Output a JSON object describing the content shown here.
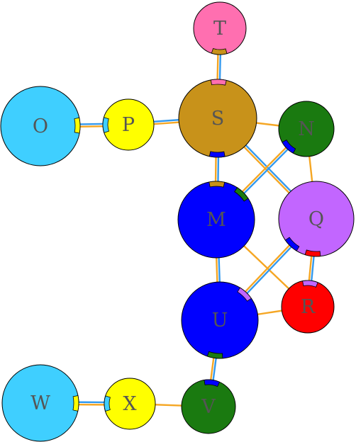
{
  "colors": {
    "orange": "#f5a623",
    "blue": "#3399ee",
    "stroke": "#000000"
  },
  "nodes": [
    {
      "id": "T",
      "label": "T",
      "color": "#ff6fb0"
    },
    {
      "id": "S",
      "label": "S",
      "color": "#c8921a"
    },
    {
      "id": "P",
      "label": "P",
      "color": "#ffff00"
    },
    {
      "id": "O",
      "label": "O",
      "color": "#3fcfff"
    },
    {
      "id": "N",
      "label": "N",
      "color": "#1a7a10"
    },
    {
      "id": "M",
      "label": "M",
      "color": "#0000ff"
    },
    {
      "id": "Q",
      "label": "Q",
      "color": "#c266ff"
    },
    {
      "id": "U",
      "label": "U",
      "color": "#0000ff"
    },
    {
      "id": "R",
      "label": "R",
      "color": "#ff0000"
    },
    {
      "id": "W",
      "label": "W",
      "color": "#3fcfff"
    },
    {
      "id": "X",
      "label": "X",
      "color": "#ffff00"
    },
    {
      "id": "V",
      "label": "V",
      "color": "#1a7a10"
    }
  ],
  "edges": [
    {
      "from": "T",
      "to": "S",
      "style": "double"
    },
    {
      "from": "O",
      "to": "P",
      "style": "double"
    },
    {
      "from": "P",
      "to": "S",
      "style": "double"
    },
    {
      "from": "S",
      "to": "N",
      "style": "orange"
    },
    {
      "from": "S",
      "to": "M",
      "style": "double"
    },
    {
      "from": "S",
      "to": "Q",
      "style": "double"
    },
    {
      "from": "N",
      "to": "M",
      "style": "double"
    },
    {
      "from": "N",
      "to": "Q",
      "style": "orange"
    },
    {
      "from": "M",
      "to": "U",
      "style": "double"
    },
    {
      "from": "M",
      "to": "R",
      "style": "orange"
    },
    {
      "from": "Q",
      "to": "U",
      "style": "double"
    },
    {
      "from": "Q",
      "to": "R",
      "style": "double"
    },
    {
      "from": "U",
      "to": "R",
      "style": "orange"
    },
    {
      "from": "U",
      "to": "V",
      "style": "double"
    },
    {
      "from": "W",
      "to": "X",
      "style": "double"
    },
    {
      "from": "X",
      "to": "V",
      "style": "orange"
    }
  ],
  "markers": [
    {
      "node": "T",
      "toward": "S",
      "color": "#c8921a"
    },
    {
      "node": "S",
      "toward": "T",
      "color": "#ff6fb0"
    },
    {
      "node": "S",
      "toward": "M",
      "color": "#0000ff"
    },
    {
      "node": "P",
      "toward": "O",
      "color": "#3fcfff"
    },
    {
      "node": "O",
      "toward": "P",
      "color": "#ffff00"
    },
    {
      "node": "N",
      "toward": "M",
      "color": "#0000ff"
    },
    {
      "node": "M",
      "toward": "N",
      "color": "#1a7a10"
    },
    {
      "node": "M",
      "toward": "S",
      "color": "#c8921a"
    },
    {
      "node": "Q",
      "toward": "R",
      "color": "#ff0000"
    },
    {
      "node": "R",
      "toward": "Q",
      "color": "#c266ff"
    },
    {
      "node": "U",
      "toward": "Q",
      "color": "#c266ff"
    },
    {
      "node": "Q",
      "toward": "U",
      "color": "#0000ff"
    },
    {
      "node": "U",
      "toward": "V",
      "color": "#1a7a10"
    },
    {
      "node": "V",
      "toward": "U",
      "color": "#0000ff"
    },
    {
      "node": "W",
      "toward": "X",
      "color": "#ffff00"
    },
    {
      "node": "X",
      "toward": "W",
      "color": "#3fcfff"
    }
  ]
}
